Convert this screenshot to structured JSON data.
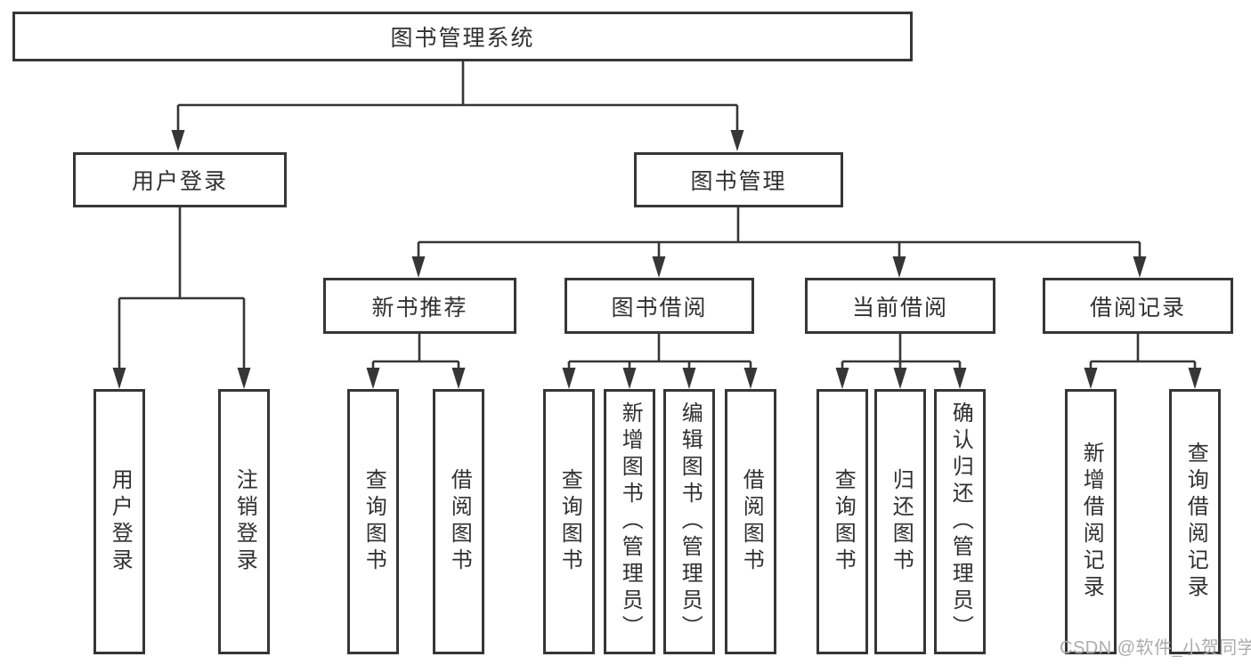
{
  "title": "图书管理系统",
  "watermark": {
    "text": "CSDN @软件_小贺同学",
    "color": "#acacac"
  },
  "colors": {
    "background": "#ffffff",
    "box_border": "#363636",
    "connector_line": "#363636",
    "text": "#303030",
    "watermark_text": "#acacac"
  },
  "tree": {
    "root": {
      "label": "图书管理系统"
    },
    "children": [
      {
        "label": "用户登录",
        "children": [
          {
            "label": "用户登录"
          },
          {
            "label": "注销登录"
          }
        ]
      },
      {
        "label": "图书管理",
        "children": [
          {
            "label": "新书推荐",
            "children": [
              {
                "label": "查询图书"
              },
              {
                "label": "借阅图书"
              }
            ]
          },
          {
            "label": "图书借阅",
            "children": [
              {
                "label": "查询图书"
              },
              {
                "label": "新增图书（管理员）"
              },
              {
                "label": "编辑图书（管理员）"
              },
              {
                "label": "借阅图书"
              }
            ]
          },
          {
            "label": "当前借阅",
            "children": [
              {
                "label": "查询图书"
              },
              {
                "label": "归还图书"
              },
              {
                "label": "确认归还（管理员）"
              }
            ]
          },
          {
            "label": "借阅记录",
            "children": [
              {
                "label": "新增借阅记录"
              },
              {
                "label": "查询借阅记录"
              }
            ]
          }
        ]
      }
    ]
  }
}
